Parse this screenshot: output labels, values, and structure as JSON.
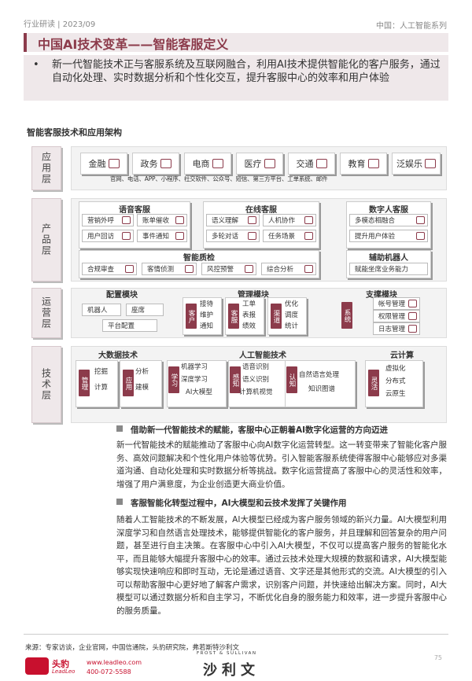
{
  "header": {
    "left": "行业研读 | 2023/09",
    "right": "中国：人工智能系列"
  },
  "title": "中国AI技术变革——智能客服定义",
  "intro": {
    "bullet": "•",
    "text": "新一代智能技术正与客服系统及互联网融合，利用AI技术提供智能化的客户服务，通过自动化处理、实时数据分析和个性化交互，提升客服中心的效率和用户体验"
  },
  "figure": {
    "title": "智能客服技术和应用架构",
    "layers": {
      "app": "应用层",
      "product": "产品层",
      "ops": "运营层",
      "tech": "技术层"
    },
    "app_cards": [
      "金融",
      "政务",
      "电商",
      "医疗",
      "交通",
      "教育",
      "泛娱乐"
    ],
    "channels": "官网、电话、APP、小程序、社交软件、公众号、短信、第三方平台、工单系统、邮件",
    "voice": {
      "title": "语音客服",
      "items": [
        "营销外呼",
        "账单催收",
        "用户回访",
        "事件通知"
      ]
    },
    "online": {
      "title": "在线客服",
      "items": [
        "语义理解",
        "人机协作",
        "多轮对话",
        "任务场景"
      ]
    },
    "digital": {
      "title": "数字人客服",
      "items": [
        "多模态相融合",
        "提升用户体验"
      ]
    },
    "qc": {
      "title": "智能质检",
      "items": [
        "合规审查",
        "客情侦测",
        "风控预警",
        "综合分析"
      ]
    },
    "robot": {
      "title": "辅助机器人",
      "items": [
        "赋能坐席业务能力"
      ]
    },
    "config": {
      "title": "配置模块",
      "items": [
        "机器人",
        "座席",
        "平台配置"
      ]
    },
    "manage": {
      "title": "管理模块",
      "groups": [
        {
          "tag": "客户",
          "items": [
            "接待",
            "维护",
            "通知"
          ]
        },
        {
          "tag": "客服",
          "items": [
            "工单",
            "表报",
            "绩效"
          ]
        },
        {
          "tag": "渠道",
          "items": [
            "优化",
            "调度",
            "统计"
          ]
        }
      ]
    },
    "support": {
      "title": "支撑模块",
      "tag": "系统",
      "items": [
        "帐号管理",
        "权限管理",
        "日志管理"
      ]
    },
    "bigdata": {
      "title": "大数据技术",
      "groups": [
        {
          "tag": "管理",
          "items": [
            "挖掘",
            "计算"
          ]
        },
        {
          "tag": "应用",
          "items": [
            "分析",
            "建模"
          ]
        }
      ]
    },
    "ai": {
      "title": "人工智能技术",
      "groups": [
        {
          "tag": "学习",
          "items": [
            "机器学习",
            "深度学习",
            "AI大模型"
          ]
        },
        {
          "tag": "感知",
          "items": [
            "语音识别",
            "语义识别",
            "计算机视觉"
          ]
        },
        {
          "tag": "认知",
          "items": [
            "自然语言处理",
            "知识图谱"
          ]
        }
      ]
    },
    "cloud": {
      "title": "云计算",
      "tag": "灵活",
      "items": [
        "虚拟化",
        "分布式",
        "云原生"
      ]
    }
  },
  "section1": {
    "heading": "借助新一代智能技术的赋能，客服中心正朝着AI数字化运营的方向迈进",
    "body": "新一代智能技术的赋能推动了客服中心向AI数字化运营转型。这一转变带来了智能化客户服务、高效问题解决和个性化用户体验等优势。引入智能客服系统使得客服中心能够应对多渠道沟通、自动化处理和实时数据分析等挑战。数字化运营提高了客服中心的灵活性和效率，增强了用户满意度，为企业创造更大商业价值。"
  },
  "section2": {
    "heading": "客服智能化转型过程中，AI大模型和云技术发挥了关键作用",
    "body": "随着人工智能技术的不断发展，AI大模型已经成为客户服务领域的新兴力量。AI大模型利用深度学习和自然语言处理技术，能够提供智能化的客户服务，并且理解和回答复杂的用户问题，甚至进行自主决策。在客服中心中引入AI大模型，不仅可以提高客户服务的智能化水平，而且能够大幅提升客服中心的效率。通过云技术处理大规模的数据和请求，AI大模型能够实现快速响应和即时互动，无论是通过语音、文字还是其他形式的交流。AI大模型的引入可以帮助客服中心更好地了解客户需求，识别客户问题，并快速给出解决方案。同时，AI大模型可以通过数据分析和自主学习，不断优化自身的服务能力和效率，进一步提升客服中心的服务质量。"
  },
  "source": "来源：专家访谈，企业官网，中国信通院，头豹研究院，弗若斯特沙利文",
  "footer": {
    "logo_cn": "头豹",
    "logo_en": "LeadLeo",
    "website": "www.leadleo.com",
    "phone": "400-072-5588",
    "frost_en": "FROST & SULLIVAN",
    "frost_cn": "沙利文",
    "page": "75"
  }
}
